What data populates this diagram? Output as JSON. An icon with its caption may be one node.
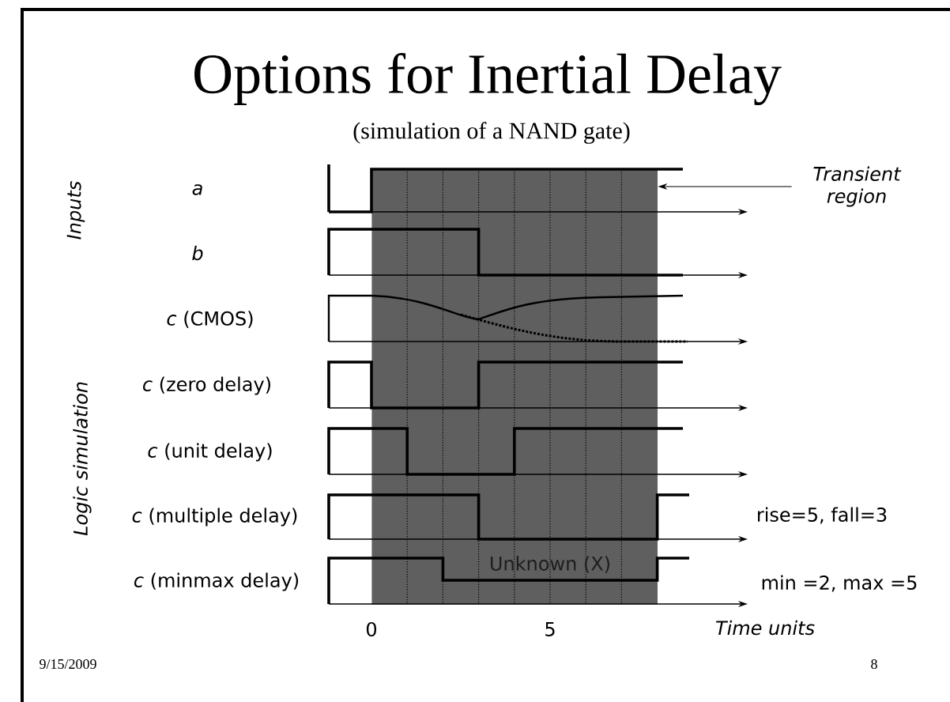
{
  "diagram": {
    "title": "Options for Inertial Delay",
    "caption": "(simulation of a NAND gate)",
    "nodes": [
      {
        "text": [
          "Transient region"
        ]
      },
      {
        "text": [],
        "shape": "box"
      }
    ],
    "edges": [
      {
        "from": 0,
        "to": 1,
        "arrow": "to"
      }
    ],
    "labels": [
      "a",
      "b",
      "*c* (CMOS)",
      "*c* (zero delay)",
      "*c* (unit delay)",
      "*c* (multiple delay)",
      "rise=5, fall=3",
      "*c* (minmax delay)",
      "Unknown (X)",
      "min =2, max =5",
      "Inputs",
      "Logic simulation",
      "0",
      "5",
      "Time units",
      "9/15/2009",
      "8"
    ]
  }
}
